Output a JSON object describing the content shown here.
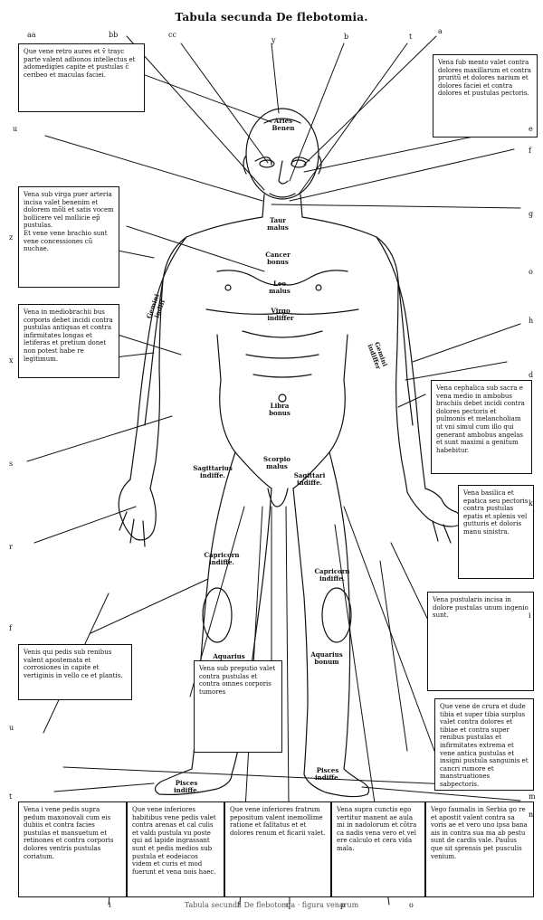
{
  "title": "Tabula secunda De flebotomia.",
  "letters": {
    "aa": "aa",
    "bb": "bb",
    "cc": "cc",
    "y": "y",
    "b": "b",
    "t": "t",
    "a": "a",
    "u": "u",
    "e": "e",
    "f": "f",
    "g": "g",
    "z": "z",
    "o": "o",
    "h": "h",
    "x": "x",
    "d": "d",
    "s": "s",
    "k": "k",
    "r": "r",
    "i": "i",
    "l": "l",
    "m": "m",
    "n": "n",
    "q": "q",
    "p": "p"
  },
  "boxes": {
    "box_top_left": "Que vene retro aures et ṽ trayc parte valent adbonos intellectus et adomedigíes capite et pustulas c̃ ceribeo et maculas faciei.",
    "box_top_right": "Vena fub mento valet contra dolores maxillarum et contra pruritũ et dolores narium et dolores faciei et contra dolores et pustulas pectoris.",
    "box_left_2": "Vena sub virga puer arteria incisa valet benenim et dolorem mõli et satis vocem bollicere vel mollicie ep̃ pustulas.\nEt vene vene brachio sunt vene concessiones cũ nuchae.",
    "box_left_3": "Vena in mediobrachii bus corporis debet incidi contra pustulas antiquas et contra infirmitates longas et letiferas et pretium donet non potest habe re legitimum.",
    "box_right_2": "Vena cephalica sub sacra e vena medio in ambobus brachiis debet incidi contra dolores pectoris et pulmonis et melancholiam ut vni simul cum illo qui generant ambobus angelas et sunt maximi a genitum habebitur.",
    "box_right_3": "Vena basilica et epatica seu pectoris contra pustulas epatis et splenis vel gutturis et doloris manu sinistra.",
    "box_right_4": "Vena pustularis incisa in dolore pustulas unum ingenio sunt.",
    "box_left_4": "Venis qui pedis sub renibus valent apostemata et corrosiones in capite et vertiginis in vello ce et plantis.",
    "box_center": "Vena sub preputio valet contra pustulas et contra omnes corporis tumores",
    "box_right_5": "Que vene de crura et dude tibia et super tibia surplus valet contra dolores et tibiae et contra super renibus pustulas et infirmitates extrema et vene antica pustulas et insigni pustula sanguinis et cancri rumore et manstruationes sabpectoris.",
    "box_bottom_1": "Vena i vene pedis supra pedum maxonovali cum eis dubiis et contra facies pustulas et mansuetum et retinones et contra corporis dolores ventris pustulas coriatum.",
    "box_bottom_2": "Que vene inferiores habitibus vene pedis valet contra arenas et cal culis et valdı pustula vıı poste qui ad lapide ingrassant sunt et pedis medios sub pustula et eodeiacos videm et curis et mod fuerunt et vena nois haec.",
    "box_bottom_3": "Que vene inferiores fratrum pepositum valent inemollime ratione et falïtatus et et dolores renum et ficarii valet.",
    "box_bottom_4": "Vena supra cunctis ego vertitur manent ae aula mi in nadolorum et cõtra ca nadis vena vero et vel ere calculo et cera vida mala.",
    "box_bottom_5": "Vego faumalis in Serbia go re et apostit valent contra sa voris ae et vero uno ipsa bana ais in contra sua ma ab pestu sunt de cardis vale. Paulus que sit sprensis pet pusculis venium."
  },
  "body_labels": {
    "aries": "Aries\nBenen",
    "taurus": "Taur\nmalus",
    "cancer": "Cancer\nbonus",
    "leo": "Leo\nmalus",
    "gemini": "Gemini\nindiff",
    "virgo": "Virgo\nindiffer",
    "gemini_r": "Gemini\nindiffer",
    "libra": "Libra\nbonus",
    "sagittarius_l": "Sagittarius\nindiffe.",
    "scorpio": "Scorpio\nmalus",
    "sagittarius_r": "Sagittari\nindiffe.",
    "capricornus_l": "Capricorn\nindiffe.",
    "capricornus_r": "Capricorn\nindiffe.",
    "aquarius_l": "Aquarius\nbonum",
    "aquarius_r": "Aquarius\nbonum",
    "pisces_l": "Pisces\nindiffe.",
    "pisces_r": "Pisces\nindiffe."
  },
  "caption": "Tabula secunda De flebotomia  ·  figura venarum"
}
